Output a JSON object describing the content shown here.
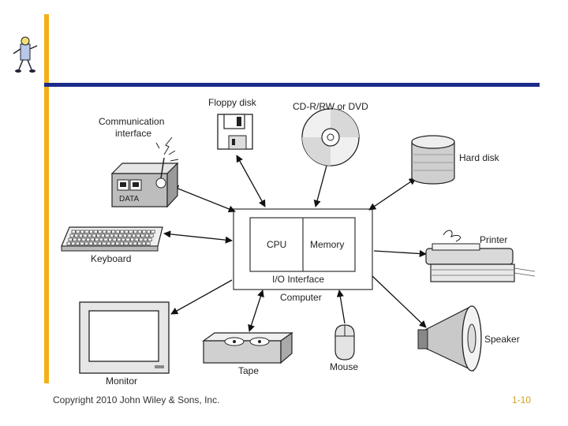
{
  "slide": {
    "footer_left": "Copyright 2010 John Wiley & Sons, Inc.",
    "footer_right": "1-10",
    "accent_bar_color": "#f5b018",
    "rule_color": "#1c2b8a",
    "page_number_color": "#d4a020"
  },
  "diagram": {
    "computer_label": "Computer",
    "cpu_label": "CPU",
    "memory_label": "Memory",
    "io_label": "I/O Interface",
    "devices": {
      "floppy": "Floppy disk",
      "cd": "CD-R/RW or DVD",
      "hard_disk": "Hard disk",
      "comm_line1": "Communication",
      "comm_line2": "interface",
      "data_label": "DATA",
      "keyboard": "Keyboard",
      "printer": "Printer",
      "monitor": "Monitor",
      "tape": "Tape",
      "mouse": "Mouse",
      "speaker": "Speaker"
    }
  }
}
